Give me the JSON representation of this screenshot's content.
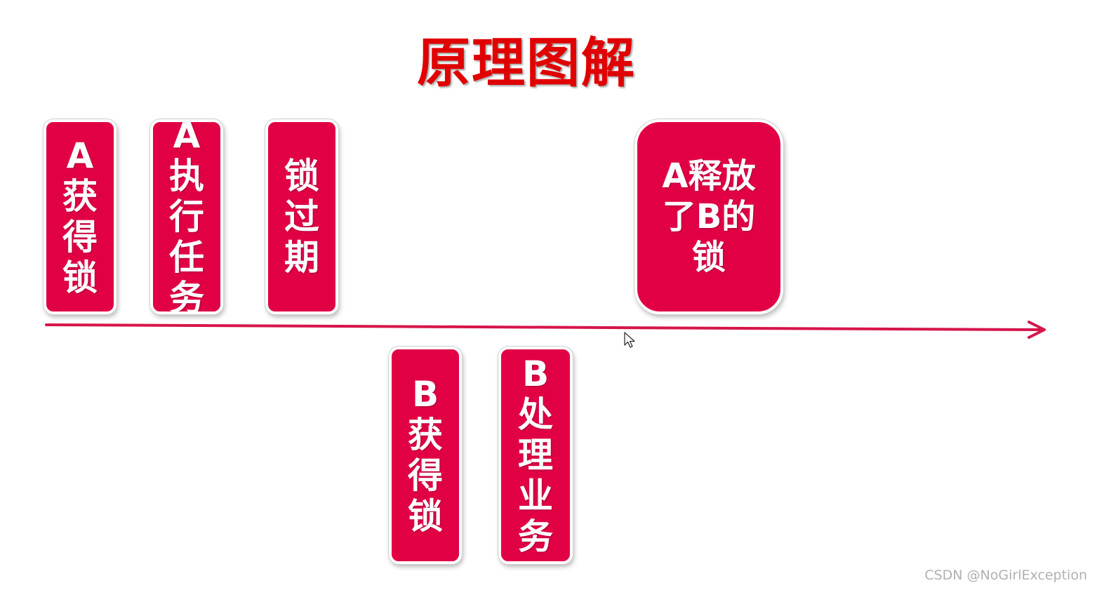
{
  "title": "原理图解",
  "cards": {
    "a_acquire": "A获得锁",
    "a_execute": "A执行任务",
    "lock_expire": "锁过期",
    "b_acquire": "B获得锁",
    "b_process": "B处理业务",
    "a_release": "A释放了B的锁"
  },
  "colors": {
    "title": "#e00000",
    "card": "#e20045",
    "arrow": "#d6154a"
  },
  "watermark": "CSDN @NoGirlException"
}
